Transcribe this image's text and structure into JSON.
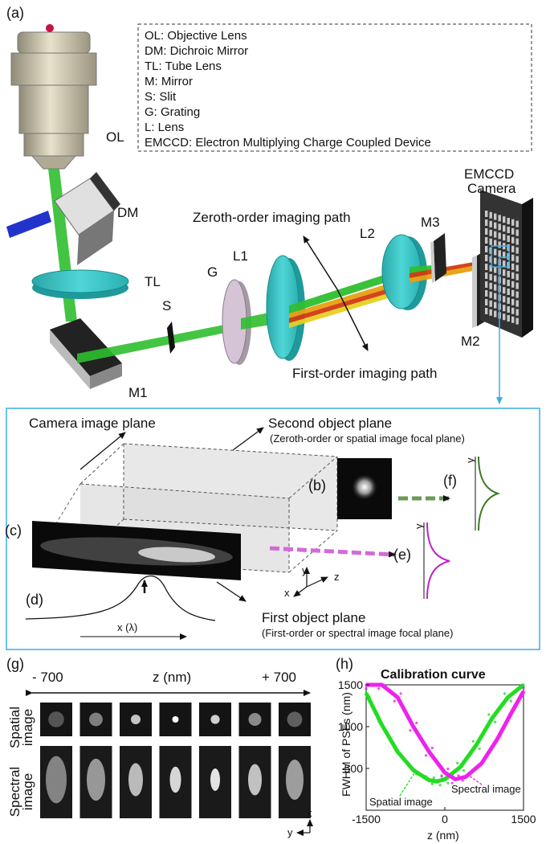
{
  "panel_labels": [
    "(a)",
    "(b)",
    "(c)",
    "(d)",
    "(e)",
    "(f)",
    "(g)",
    "(h)"
  ],
  "legend": [
    "OL: Objective Lens",
    "DM: Dichroic Mirror",
    "TL: Tube Lens",
    "M: Mirror",
    "S: Slit",
    "G: Grating",
    "L: Lens",
    "EMCCD: Electron Multiplying Charge Coupled Device"
  ],
  "components": {
    "ol": "OL",
    "dm": "DM",
    "tl": "TL",
    "s": "S",
    "g": "G",
    "l1": "L1",
    "l2": "L2",
    "m1": "M1",
    "m2": "M2",
    "m3": "M3",
    "camera_line1": "EMCCD",
    "camera_line2": "Camera"
  },
  "paths": {
    "zeroth": "Zeroth-order imaging path",
    "first": "First-order imaging path"
  },
  "planes": {
    "camera": "Camera image plane",
    "second": "Second object plane",
    "second_sub": "(Zeroth-order or spatial image focal plane)",
    "first": "First object plane",
    "first_sub": "(First-order or spectral image focal plane)",
    "x_lambda": "x (λ)",
    "axis_x": "x",
    "axis_y": "y",
    "axis_z": "z"
  },
  "panel_g": {
    "left": "- 700",
    "center": "z (nm)",
    "right": "+ 700",
    "row1_line1": "Spatial",
    "row1_line2": "image",
    "row2_line1": "Spectral",
    "row2_line2": "image",
    "axis_x": "x",
    "axis_y": "y",
    "spatial_peak": [
      0.28,
      0.45,
      0.75,
      1.0,
      0.8,
      0.5,
      0.32
    ],
    "spectral_peak": [
      0.3,
      0.45,
      0.7,
      0.9,
      1.0,
      0.75,
      0.5
    ]
  },
  "chart_data": {
    "type": "scatter",
    "title": "Calibration curve",
    "xlabel": "z (nm)",
    "ylabel": "FWHM of PSFs (nm)",
    "xlim": [
      -1500,
      1500
    ],
    "ylim": [
      0,
      1500
    ],
    "xticks": [
      "-1500",
      "0",
      "1500"
    ],
    "yticks": [
      "500",
      "1000",
      "1500"
    ],
    "series": [
      {
        "name": "Spatial image",
        "color": "#22dd22",
        "x": [
          -1500,
          -1200,
          -900,
          -600,
          -300,
          -150,
          0,
          300,
          600,
          900,
          1200,
          1500
        ],
        "y": [
          1400,
          1020,
          700,
          480,
          360,
          345,
          370,
          520,
          780,
          1100,
          1350,
          1500
        ]
      },
      {
        "name": "Spectral image",
        "color": "#ee22ee",
        "x": [
          -1500,
          -1200,
          -900,
          -600,
          -300,
          0,
          200,
          400,
          700,
          1000,
          1300,
          1500
        ],
        "y": [
          1500,
          1500,
          1350,
          1000,
          700,
          450,
          370,
          400,
          560,
          850,
          1200,
          1420
        ]
      }
    ]
  }
}
